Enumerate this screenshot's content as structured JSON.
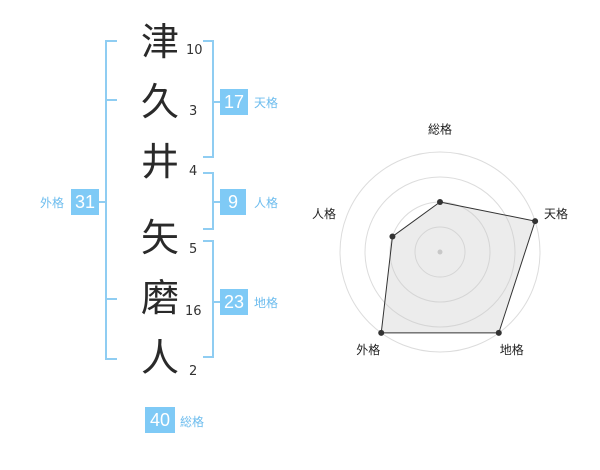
{
  "name": {
    "characters": [
      {
        "char": "津",
        "strokes": "10"
      },
      {
        "char": "久",
        "strokes": "3"
      },
      {
        "char": "井",
        "strokes": "4"
      },
      {
        "char": "矢",
        "strokes": "5"
      },
      {
        "char": "磨",
        "strokes": "16"
      },
      {
        "char": "人",
        "strokes": "2"
      }
    ]
  },
  "fortune": {
    "tenkaku": {
      "value": "17",
      "label": "天格"
    },
    "jinkaku": {
      "value": "9",
      "label": "人格"
    },
    "chikaku": {
      "value": "23",
      "label": "地格"
    },
    "gaikaku": {
      "value": "31",
      "label": "外格"
    },
    "soukaku": {
      "value": "40",
      "label": "総格"
    }
  },
  "colors": {
    "accent": "#7fcaf6",
    "bracket": "#8fcdf2"
  },
  "chart_data": {
    "type": "radar",
    "axes": [
      "総格",
      "天格",
      "地格",
      "外格",
      "人格"
    ],
    "values": [
      0.5,
      1.0,
      1.0,
      1.0,
      0.5
    ],
    "rings": 4,
    "ylim": [
      0,
      1
    ]
  }
}
